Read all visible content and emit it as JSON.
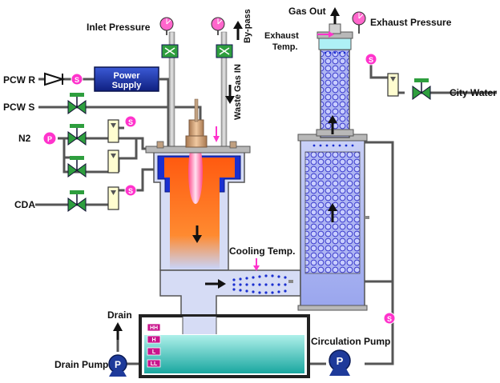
{
  "labels": {
    "inlet_pressure": "Inlet Pressure",
    "bypass": "By-pass",
    "waste_gas_in": "Waste Gas IN",
    "gas_out": "Gas Out",
    "exhaust_pressure": "Exhaust Pressure",
    "exhaust_temp_1": "Exhaust",
    "exhaust_temp_2": "Temp.",
    "pcw_r": "PCW R",
    "pcw_s": "PCW S",
    "n2": "N2",
    "cda": "CDA",
    "city_water": "City Water",
    "power_supply_1": "Power",
    "power_supply_2": "Supply",
    "cooling_temp": "Cooling Temp.",
    "drain": "Drain",
    "drain_pump": "Drain Pump",
    "circulation_pump": "Circulation Pump"
  },
  "symbols": {
    "sensor": "S",
    "pressure": "P",
    "pump": "P"
  },
  "levels": [
    "HH",
    "H",
    "L",
    "LL"
  ],
  "colors": {
    "pipe": "#555555",
    "valve": "#2e9e3e",
    "sensor": "#ff33cc",
    "vessel_fill": "#d6dcf5",
    "flame": "#ff6a1a",
    "power_box": "#1a33a3",
    "tank_water": "#3cc0b8",
    "scrubber": "#3c3cd0",
    "pump": "#1e3a9a"
  }
}
